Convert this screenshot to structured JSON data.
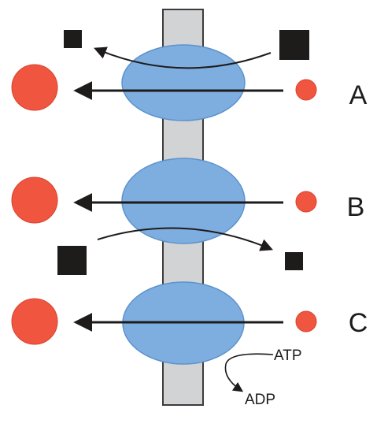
{
  "colors": {
    "membrane": "#d1d3d4",
    "membrane_stroke": "#3c3c3c",
    "protein": "#7eaee0",
    "protein_stroke": "#5c93cc",
    "small_molecule": "#f0553f",
    "square_molecule": "#1e1b1b",
    "arrow": "#1e1b1b"
  },
  "transporters": [
    {
      "label": "A"
    },
    {
      "label": "B"
    },
    {
      "label": "C"
    }
  ],
  "energy": {
    "atp_label": "ATP",
    "adp_label": "ADP"
  }
}
